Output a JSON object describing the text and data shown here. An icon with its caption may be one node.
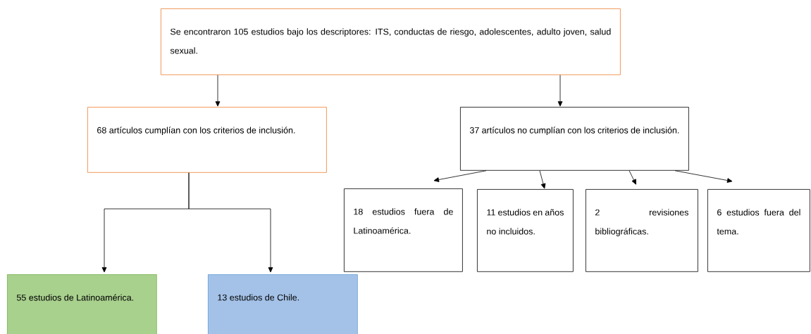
{
  "diagram": {
    "nodes": [
      {
        "text": [
          "Se encontraron 105 estudios bajo los descriptores: ITS, conductas de riesgo, adolescentes, adulto joven, salud sexual."
        ]
      },
      {
        "text": [
          "68 artículos cumplían con los criterios de inclusión."
        ]
      },
      {
        "text": [
          "37 artículos no cumplían con los criterios de inclusión."
        ]
      },
      {
        "text": [
          "18 estudios fuera de Latinoamérica."
        ]
      },
      {
        "text": [
          "11 estudios en años no incluidos."
        ]
      },
      {
        "text": [
          "2 revisiones bibliográficas."
        ]
      },
      {
        "text": [
          "6 estudios fuera del tema."
        ]
      },
      {
        "text": [
          "55 estudios de Latinoamérica."
        ]
      },
      {
        "text": [
          "13 estudios de Chile."
        ]
      }
    ],
    "edges": [
      {
        "from": 0,
        "to": 1,
        "arrow": "to"
      },
      {
        "from": 0,
        "to": 2,
        "arrow": "to"
      },
      {
        "from": 1,
        "to": 7,
        "arrow": "to"
      },
      {
        "from": 1,
        "to": 8,
        "arrow": "to"
      },
      {
        "from": 2,
        "to": 3,
        "arrow": "to"
      },
      {
        "from": 2,
        "to": 4,
        "arrow": "to"
      },
      {
        "from": 2,
        "to": 5,
        "arrow": "to"
      },
      {
        "from": 2,
        "to": 6,
        "arrow": "to"
      }
    ]
  }
}
